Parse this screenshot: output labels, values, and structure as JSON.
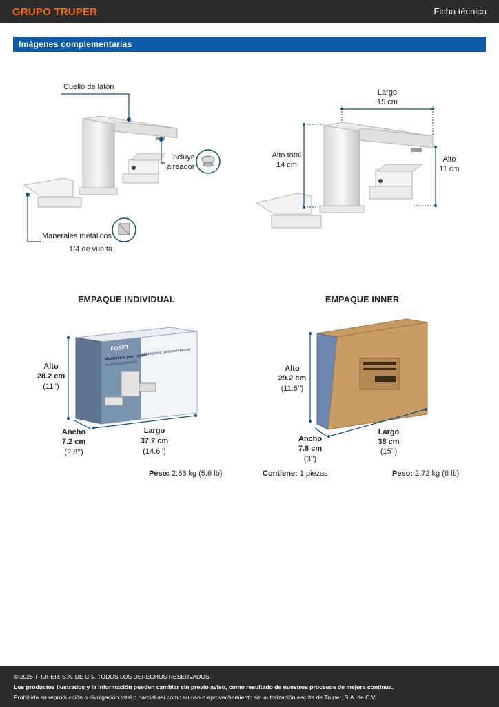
{
  "header": {
    "brand": "GRUPO TRUPER",
    "doc_type": "Ficha técnica"
  },
  "section": {
    "title": "Imágenes complementarias"
  },
  "features": {
    "neck": "Cuello de latón",
    "aerator_1": "Incluye",
    "aerator_2": "aireador",
    "handles": "Manerales metálicos",
    "handles_sub": "1/4 de vuelta"
  },
  "dimensions": {
    "length_label": "Largo",
    "length_value": "15 cm",
    "total_height_label": "Alto total",
    "total_height_value": "14 cm",
    "height_label": "Alto",
    "height_value": "11 cm"
  },
  "individual_pack": {
    "heading": "EMPAQUE INDIVIDUAL",
    "height_label": "Alto",
    "height_cm": "28.2 cm",
    "height_in": "(11’’)",
    "width_label": "Ancho",
    "width_cm": "7.2 cm",
    "width_in": "(2.8’’)",
    "length_label": "Largo",
    "length_cm": "37.2 cm",
    "length_in": "(14.6’’)",
    "weight_label": "Peso:",
    "weight_value": "2.56 kg (5.6 lb)",
    "box_brand": "FOSET",
    "box_line": "KUBO",
    "box_title_es": "Mezcladora para lavabo",
    "box_subtitle_es": "TALADROS SEPARADOS",
    "box_title_en": "Widespread bathroom faucet"
  },
  "inner_pack": {
    "heading": "EMPAQUE INNER",
    "height_label": "Alto",
    "height_cm": "29.2 cm",
    "height_in": "(11.5’’)",
    "width_label": "Ancho",
    "width_cm": "7.8 cm",
    "width_in": "(3’’)",
    "length_label": "Largo",
    "length_cm": "38 cm",
    "length_in": "(15’’)",
    "contents_label": "Contiene:",
    "contents_value": "1 piezas",
    "weight_label": "Peso:",
    "weight_value": "2.72 kg (6 lb)"
  },
  "footer": {
    "copyright": "© 2026 TRUPER, S.A. DE C.V. TODOS LOS DERECHOS RESERVADOS.",
    "notice": "Los productos ilustrados y la información pueden cambiar sin previo aviso, como resultado de nuestros procesos de mejora continua.",
    "prohibition": "Prohibida su reproducción o divulgación total o parcial así como su uso o aprovechamiento sin autorización escrita de Truper, S.A. de C.V."
  },
  "colors": {
    "accent_blue": "#0d5aa7",
    "brand_orange": "#f26b21",
    "dark_bar": "#2c2c2c",
    "callout_blue": "#12507a"
  }
}
